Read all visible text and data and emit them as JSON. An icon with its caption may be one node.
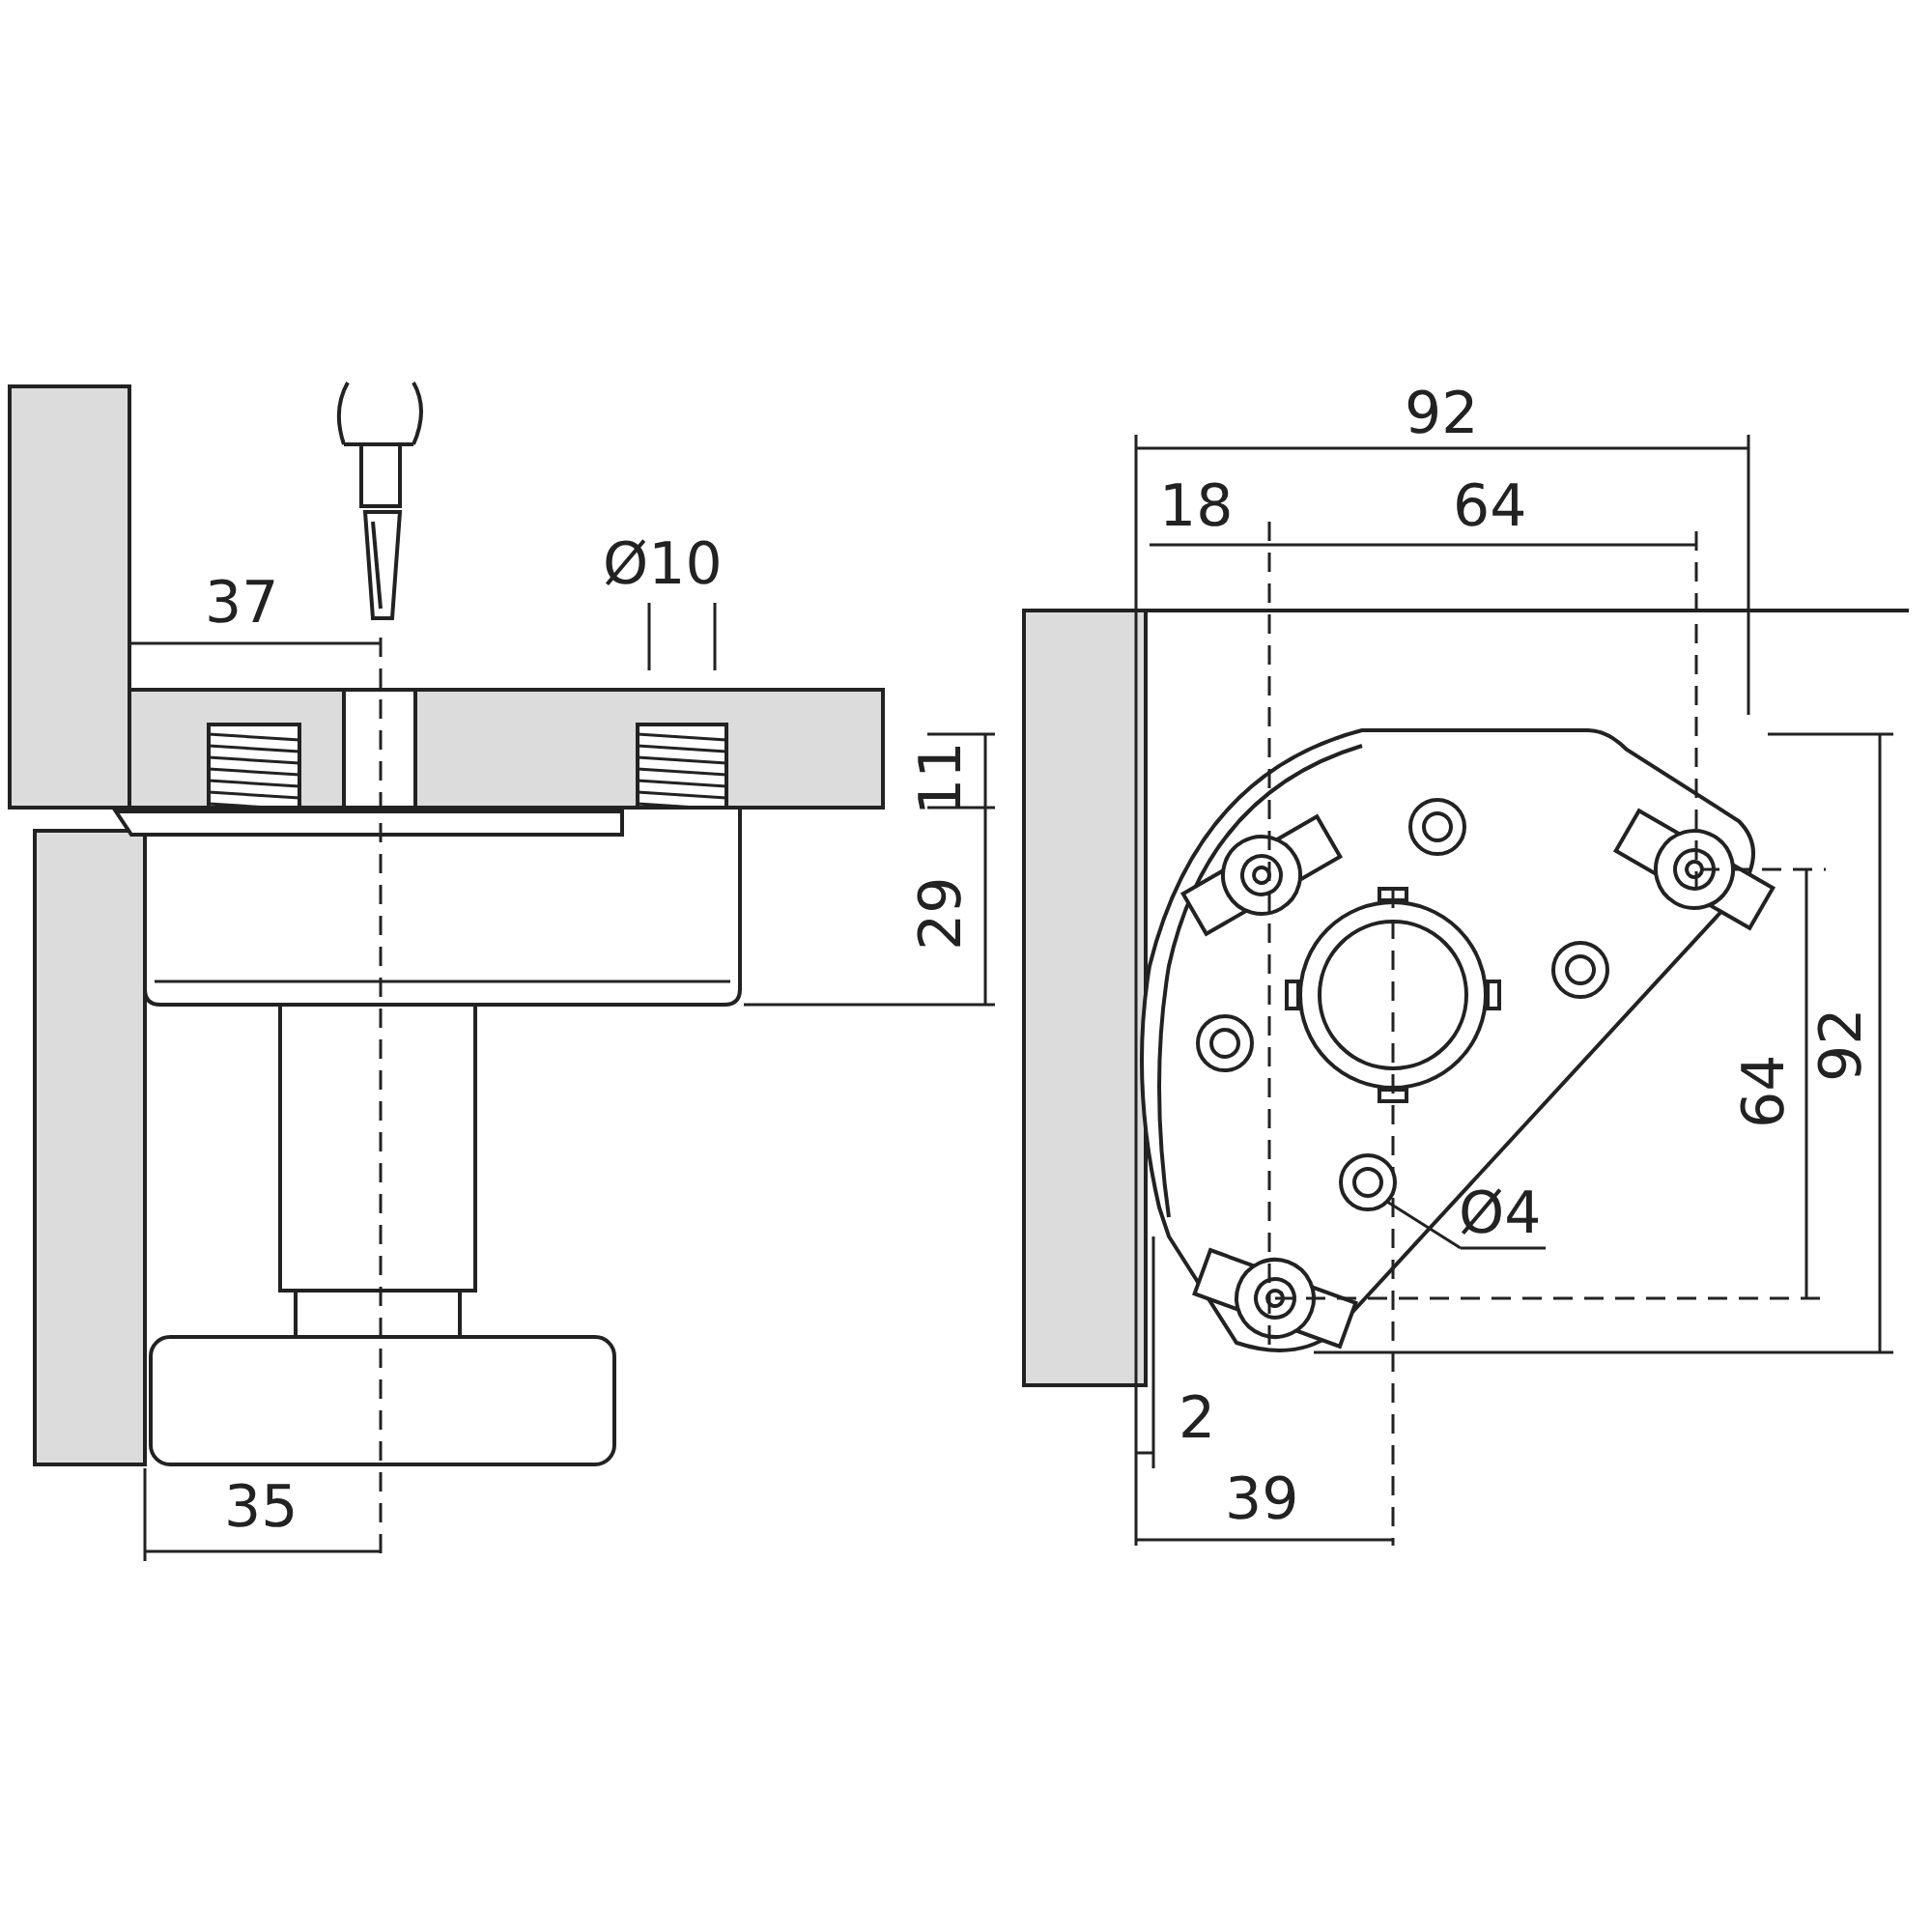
{
  "diagram": {
    "nodes": [
      {
        "text": [
          "Ø4"
        ]
      },
      {
        "text": [],
        "shape": "circle"
      }
    ],
    "edges": [
      {
        "from": 0,
        "to": 1,
        "arrow": "none"
      }
    ],
    "labels": [
      "92",
      "18",
      "64",
      "Ø10",
      "37",
      "11",
      "29",
      "64",
      "92",
      "2",
      "35",
      "39"
    ]
  }
}
